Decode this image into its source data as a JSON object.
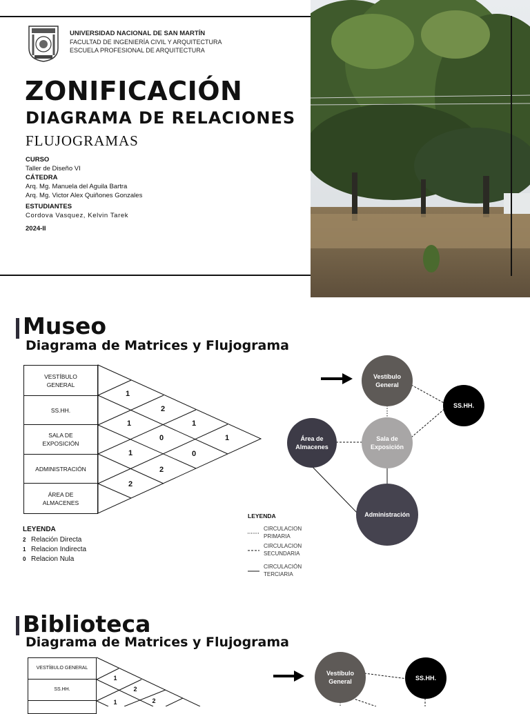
{
  "header": {
    "university": "UNIVERSIDAD NACIONAL DE SAN MARTÍN",
    "faculty": "FACULTAD DE INGENIERÍA CIVIL Y ARQUITECTURA",
    "school": "ESCUELA PROFESIONAL DE ARQUITECTURA",
    "title": "ZONIFICACIÓN",
    "subtitle": "DIAGRAMA DE RELACIONES",
    "subtitle2": "FLUJOGRAMAS",
    "course_label": "CURSO",
    "course": "Taller de Diseño VI",
    "chair_label": "CÁTEDRA",
    "chair_1": "Arq. Mg. Manuela del Aguila Bartra",
    "chair_2": "Arq. Mg. Victor Alex Quiñones Gonzales",
    "students_label": "ESTUDIANTES",
    "students": "Cordova Vasquez, Kelvin Tarek",
    "term": "2024-II"
  },
  "museo": {
    "title": "Museo",
    "subtitle": "Diagrama de Matrices y Flujograma",
    "rows": [
      "VESTÍBULO GENERAL",
      "SS.HH.",
      "SALA DE EXPOSICIÓN",
      "ADMINISTRACIÓN",
      "ÁREA DE ALMACENES"
    ],
    "matrix_values": [
      "1",
      "2",
      "1",
      "1",
      "0",
      "1",
      "1",
      "0",
      "2",
      "2"
    ],
    "legend_title": "LEYENDA",
    "legend": [
      {
        "num": "2",
        "label": "Relación Directa"
      },
      {
        "num": "1",
        "label": "Relacion Indirecta"
      },
      {
        "num": "0",
        "label": "Relacion Nula"
      }
    ],
    "legend2_title": "LEYENDA",
    "legend2": [
      {
        "l1": "CIRCULACION",
        "l2": "PRIMARIA"
      },
      {
        "l1": "CIRCULACION",
        "l2": "SECUNDARIA"
      },
      {
        "l1": "CIRCULACIÓN",
        "l2": "TERCIARIA"
      }
    ],
    "nodes": {
      "vestibulo_1": "Vestíbulo",
      "vestibulo_2": "General",
      "sshh": "SS.HH.",
      "sala_1": "Sala de",
      "sala_2": "Exposición",
      "almacenes_1": "Área de",
      "almacenes_2": "Almacenes",
      "admin": "Administración"
    },
    "colors": {
      "vestibulo": "#5e5a57",
      "sshh": "#000000",
      "sala": "#a8a6a6",
      "almacenes": "#3d3b47",
      "admin": "#45434f"
    }
  },
  "biblioteca": {
    "title": "Biblioteca",
    "subtitle": "Diagrama de Matrices y Flujograma",
    "rows": [
      "VESTÍBULO GENERAL",
      "SS.HH."
    ],
    "matrix_values": [
      "1",
      "2",
      "1",
      "2"
    ],
    "nodes": {
      "vestibulo_1": "Vestíbulo",
      "vestibulo_2": "General",
      "sshh": "SS.HH."
    }
  }
}
